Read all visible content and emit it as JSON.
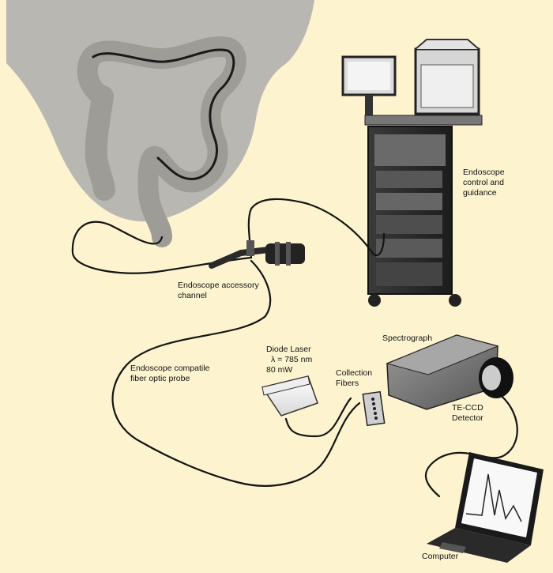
{
  "labels": {
    "endoscope_control": [
      "Endoscope",
      "control and",
      "guidance"
    ],
    "accessory_channel": [
      "Endoscope accessory",
      "channel"
    ],
    "fiber_probe": [
      "Endoscope compatile",
      "fiber optic probe"
    ],
    "diode_laser": [
      "Diode Laser",
      "λ = 785 nm",
      "80 mW"
    ],
    "collection_fibers": [
      "Collection",
      "Fibers"
    ],
    "spectrograph": "Spectrograph",
    "detector": [
      "TE-CCD",
      "Detector"
    ],
    "computer": "Computer"
  },
  "colors": {
    "background": "#fdf3cf",
    "body_silhouette": "#b9b7b2",
    "colon": "#9e9c97",
    "cable": "#141414"
  }
}
